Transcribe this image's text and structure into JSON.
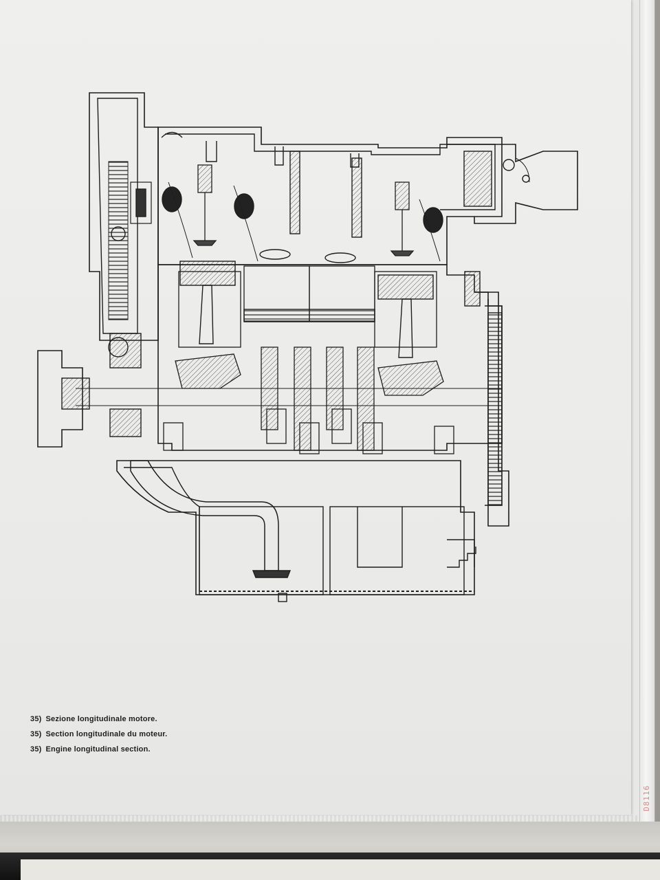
{
  "captions": [
    {
      "num": "35)",
      "text": "Sezione longitudinale motore."
    },
    {
      "num": "35)",
      "text": "Section longitudinale du moteur."
    },
    {
      "num": "35)",
      "text": "Engine longitudinal section."
    }
  ],
  "side_stamp": "D8116",
  "colors": {
    "ink": "#1e1e1e",
    "paper": "#ececea",
    "stamp": "#d48a8a"
  }
}
